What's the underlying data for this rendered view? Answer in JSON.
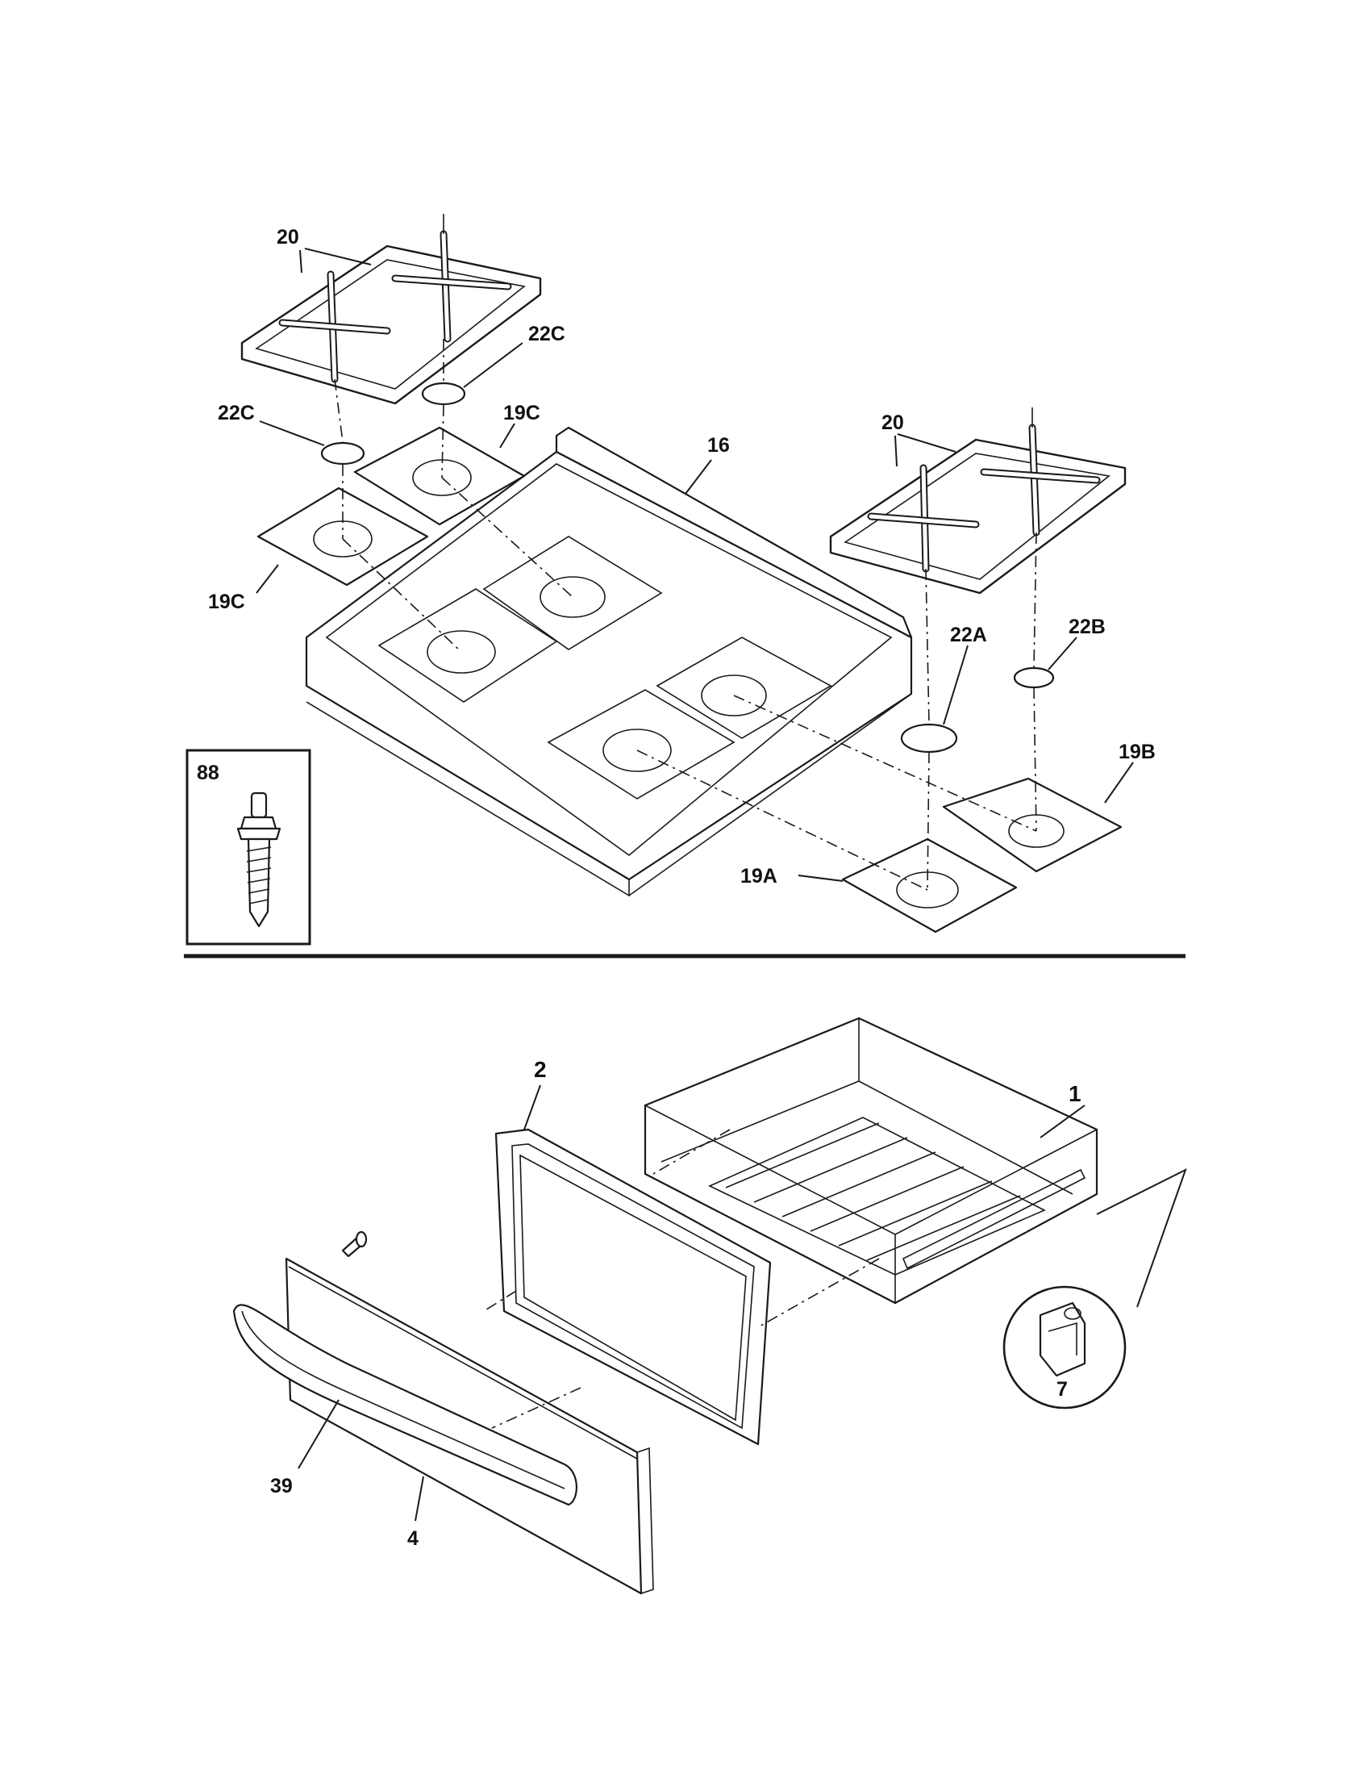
{
  "callouts": {
    "grates_left": "20",
    "cap_left_upper": "22C",
    "cap_left_lower": "22C",
    "bowl_left_upper": "19C",
    "bowl_left_lower": "19C",
    "cooktop": "16",
    "grates_right": "20",
    "cap_front_right": "22A",
    "cap_rear_right": "22B",
    "bowl_rear_right": "19B",
    "bowl_front_right": "19A",
    "screw_detail": "88",
    "drawer_body": "1",
    "drawer_liner": "2",
    "drawer_front": "4",
    "drawer_handle": "39",
    "drawer_clip": "7"
  }
}
